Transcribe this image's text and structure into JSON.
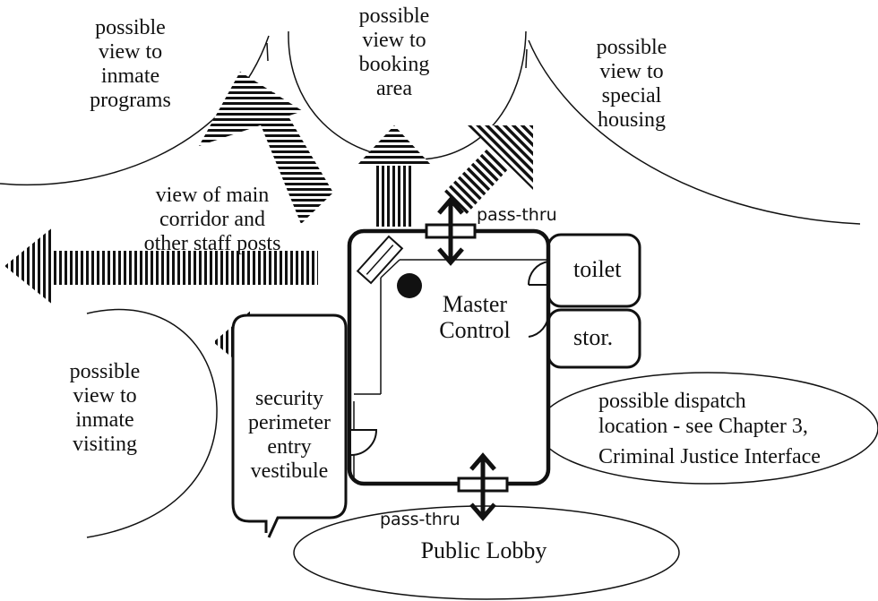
{
  "colors": {
    "ink": "#111111",
    "background": "#ffffff"
  },
  "labels": {
    "view_inmate_programs": "possible\nview to\ninmate\nprograms",
    "view_booking_area": "possible\nview to\nbooking\narea",
    "view_special_housing": "possible\nview to\nspecial\nhousing",
    "view_main_corridor": "view of main\ncorridor and\nother staff posts",
    "view_inmate_visiting": "possible\nview to\ninmate\nvisiting",
    "vestibule": "security\nperimeter\nentry\nvestibule",
    "master_control": "Master\nControl",
    "toilet": "toilet",
    "storage": "stor.",
    "pass_thru_top": "pass-thru",
    "pass_thru_bottom": "pass-thru",
    "dispatch_line1": "possible dispatch",
    "dispatch_line2": "location - see Chapter 3,",
    "dispatch_line3": "Criminal Justice Interface",
    "public_lobby": "Public Lobby"
  },
  "icons": {
    "operator_position": "filled-circle-icon",
    "pass_thru_arrows": "double-headed-arrow-icon",
    "view_arrows": "hatched-arrow-icon"
  }
}
